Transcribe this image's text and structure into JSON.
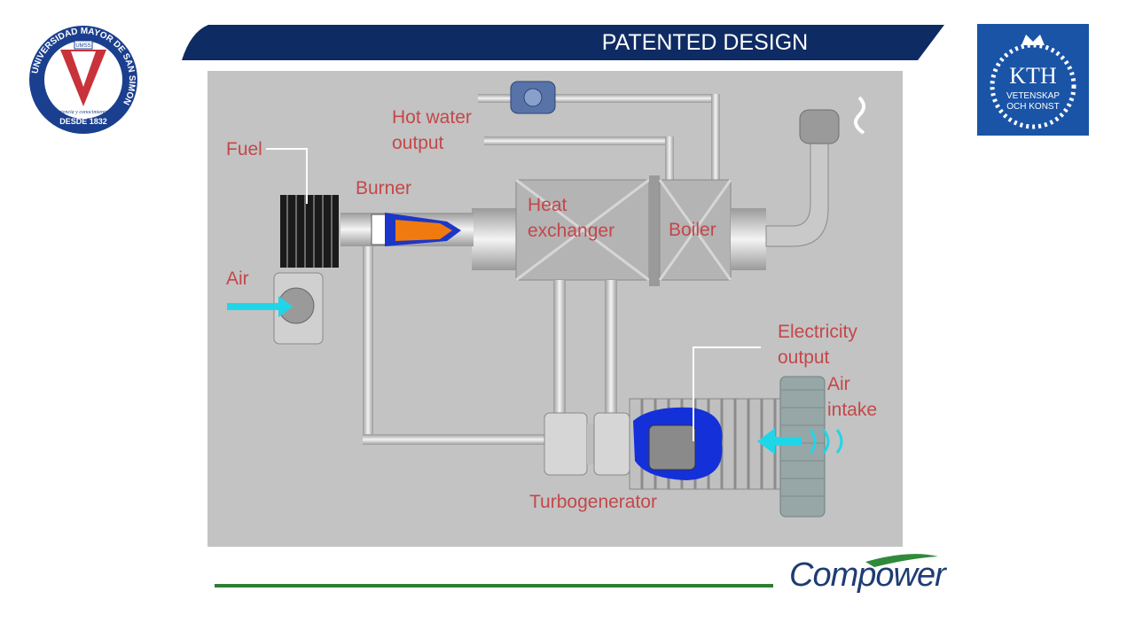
{
  "header": {
    "title": "PATENTED DESIGN",
    "band_color": "#0f2b63"
  },
  "logos": {
    "umss": {
      "ring_text": "UNIVERSIDAD MAYOR DE SAN SIMON",
      "badge": "UMSS",
      "motto": "ciencia y conocimiento",
      "founded": "DESDE 1832"
    },
    "kth": {
      "name": "KTH",
      "sub": "VETENSKAP\nOCH KONST"
    },
    "compower": {
      "name": "Compower"
    }
  },
  "diagram": {
    "labels": {
      "fuel": "Fuel",
      "burner": "Burner",
      "hot_water": "Hot water\noutput",
      "heat_exchanger": "Heat\nexchanger",
      "boiler": "Boiler",
      "air": "Air",
      "electricity": "Electricity\noutput",
      "air_intake": "Air\nintake",
      "turbogenerator": "Turbogenerator"
    },
    "colors": {
      "label": "#c4474a",
      "pipe": "#e4e4e4",
      "arrow": "#1fd6e8",
      "flame": "#f07a10",
      "motor_housing": "#1430d8"
    }
  }
}
